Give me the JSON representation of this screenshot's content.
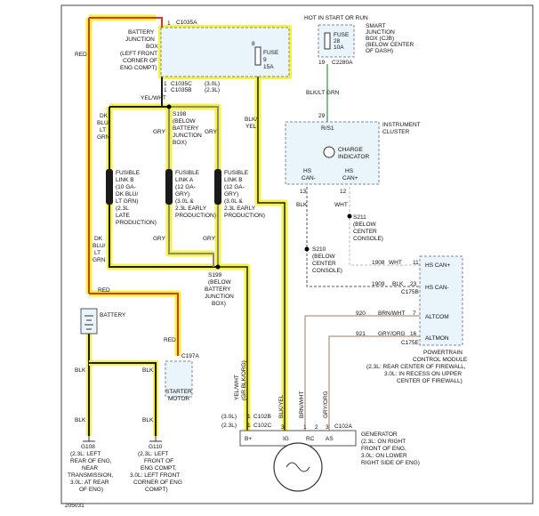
{
  "diagram_id": "205031",
  "frame": {
    "border_color": "#444444"
  },
  "colors": {
    "highlight": "#f7f23a",
    "wire_red": "#d9381e",
    "wire_black": "#1a1a1a",
    "wire_gray": "#888888",
    "wire_green": "#5aa864",
    "wire_brown": "#9c7e63",
    "module_fill": "#eaf4fb"
  },
  "bjb": {
    "label": [
      "BATTERY",
      "JUNCTION",
      "BOX",
      "(LEFT FRONT",
      "CORNER OF",
      "ENG COMPT)"
    ],
    "connector_top": "C1035A",
    "pin_top": "1",
    "pin_bottom_1": "1",
    "pin_bottom_2": "1",
    "connector_bottom_1": "C1035C",
    "connector_bottom_2": "C1035B",
    "engine_1": "(3.0L)",
    "engine_2": "(2.3L)",
    "fuse_label": [
      "FUSE",
      "9",
      "15A"
    ],
    "pin_fuse": "8"
  },
  "cjb": {
    "header": [
      "HOT IN START OR RUN"
    ],
    "label": [
      "SMART",
      "JUNCTION",
      "BOX (CJB)",
      "(BELOW CENTER",
      "OF DASH)"
    ],
    "fuse_label": [
      "FUSE",
      "28",
      "10A"
    ],
    "pin": "19",
    "connector": "C2280A"
  },
  "wires": {
    "red_left": "RED",
    "yel_wht": "YEL/WHT",
    "dk_blu_lt_grn_top": [
      "DK",
      "BLU/",
      "LT",
      "GRN"
    ],
    "dk_blu_lt_grn_bottom": [
      "DK",
      "BLU/",
      "LT",
      "GRN"
    ],
    "gry_1": "GRY",
    "gry_2": "GRY",
    "gry_3": "GRY",
    "gry_4": "GRY",
    "blk_yel": [
      "BLK/",
      "YEL"
    ],
    "blk_lt_grn": "BLK/LT GRN",
    "blk_1": "BLK",
    "wht_1": "WHT",
    "red_batt": "RED",
    "red_starter": "RED",
    "blk_batt": "BLK",
    "blk_g108": "BLK",
    "blk_starter": "BLK",
    "blk_g110": "BLK",
    "yel_wht_vertical": "YEL/WHT",
    "gr_blk_org_vertical": "(GR BLK/ORG)",
    "blk_yel_vertical": "BLK/YEL",
    "brn_wht_vertical": "BRN/WHT",
    "gry_org_vertical": "GRY/ORG"
  },
  "splices": {
    "s198": [
      "S198",
      "(BELOW",
      "BATTERY",
      "JUNCTION",
      "BOX)"
    ],
    "s199": [
      "S199",
      "(BELOW",
      "BATTERY",
      "JUNCTION",
      "BOX)"
    ],
    "s210": [
      "S210",
      "(BELOW",
      "CENTER",
      "CONSOLE)"
    ],
    "s211": [
      "S211",
      "(BELOW",
      "CENTER",
      "CONSOLE)"
    ]
  },
  "fusible_links": {
    "b": [
      "FUSIBLE",
      "LINK B",
      "(10 GA-",
      "DK BLU/",
      "LT GRN)",
      "(2.3L",
      "LATE",
      "PRODUCTION)"
    ],
    "a": [
      "FUSIBLE",
      "LINK A",
      "(12 GA-",
      "GRY)",
      "(3.0L &",
      "2.3L EARLY",
      "PRODUCTION)"
    ],
    "b2": [
      "FUSIBLE",
      "LINK B",
      "(12 GA-",
      "GRY)",
      "(3.0L &",
      "2.3L EARLY",
      "PRODUCTION)"
    ]
  },
  "instrument_cluster": {
    "label": [
      "INSTRUMENT",
      "CLUSTER"
    ],
    "pin_rs": "29",
    "rs_label": "R/S1",
    "indicator": [
      "CHARGE",
      "INDICATOR"
    ],
    "hs_can_minus": [
      "HS",
      "CAN-"
    ],
    "hs_can_plus": [
      "HS",
      "CAN+"
    ],
    "pin_13": "13",
    "pin_12": "12"
  },
  "pcm": {
    "pins": [
      {
        "circuit": "1908",
        "color": "WHT",
        "pin": "11",
        "signal": "HS CAN+"
      },
      {
        "circuit": "1909",
        "color": "BLK",
        "pin": "23",
        "signal": "HS CAN-"
      },
      {
        "circuit": "920",
        "color": "BRN/WHT",
        "pin": "7",
        "signal": "ALTCOM"
      },
      {
        "circuit": "921",
        "color": "GRY/ORG",
        "pin": "16",
        "signal": "ALTMON"
      }
    ],
    "connector_1": "C175B",
    "connector_2": "C175E",
    "label": [
      "POWERTRAIN",
      "CONTROL MODULE",
      "(2.3L: REAR CENTER OF FIREWALL,",
      "3.0L: IN RECESS ON UPPER",
      "CENTER OF FIREWALL)"
    ]
  },
  "battery": {
    "label": "BATTERY"
  },
  "starter": {
    "connector": "C197A",
    "label": [
      "STARTER",
      "MOTOR"
    ]
  },
  "generator": {
    "pins": [
      "B+",
      "IG",
      "RC",
      "AS"
    ],
    "pin_numbers": [
      "3",
      "1",
      "2",
      "3"
    ],
    "connector_b": "C102B",
    "connector_c": "C102C",
    "connector_a": "C102A",
    "engine_30": "(3.0L)",
    "engine_23": "(2.3L)",
    "pin_30_1": "1",
    "pin_23_1": "1",
    "label": [
      "GENERATOR",
      "(2.3L: ON RIGHT",
      "FRONT OF ENG,",
      "3.0L: ON LOWER",
      "RIGHT SIDE OF ENG)"
    ]
  },
  "grounds": {
    "g108": [
      "G108",
      "(2.3L: LEFT",
      "REAR OF ENG,",
      "NEAR",
      "TRANSMISSION,",
      "3.0L: AT REAR",
      "OF ENG)"
    ],
    "g110": [
      "G110",
      "(2.3L: LEFT",
      "FRONT OF",
      "ENG COMPT,",
      "3.0L: LEFT FRONT",
      "CORNER OF ENG",
      "COMPT)"
    ]
  }
}
